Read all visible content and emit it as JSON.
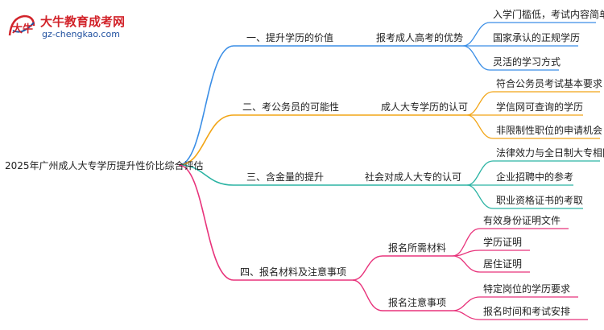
{
  "logo": {
    "name": "大牛教育成考网",
    "url": "gz-chengkao.com",
    "seal_text": "大牛"
  },
  "colors": {
    "blue": "#3a8ee6",
    "orange": "#f2a516",
    "teal": "#2bb3a3",
    "pink": "#e8337b"
  },
  "mindmap": {
    "root": "2025年广州成人大专学历提升性价比综合评估",
    "branches": [
      {
        "label": "一、提升学历的价值",
        "sub": "报考成人高考的优势",
        "leaves": [
          "入学门槛低，考试内容简单",
          "国家承认的正规学历",
          "灵活的学习方式"
        ]
      },
      {
        "label": "二、考公务员的可能性",
        "sub": "成人大专学历的认可",
        "leaves": [
          "符合公务员考试基本要求",
          "学信网可查询的学历",
          "非限制性职位的申请机会"
        ]
      },
      {
        "label": "三、含金量的提升",
        "sub": "社会对成人大专的认可",
        "leaves": [
          "法律效力与全日制大专相同",
          "企业招聘中的参考",
          "职业资格证书的考取"
        ]
      },
      {
        "label": "四、报名材料及注意事项",
        "subs": [
          {
            "label": "报名所需材料",
            "leaves": [
              "有效身份证明文件",
              "学历证明",
              "居住证明"
            ]
          },
          {
            "label": "报名注意事项",
            "leaves": [
              "特定岗位的学历要求",
              "报名时间和考试安排"
            ]
          }
        ]
      }
    ]
  }
}
